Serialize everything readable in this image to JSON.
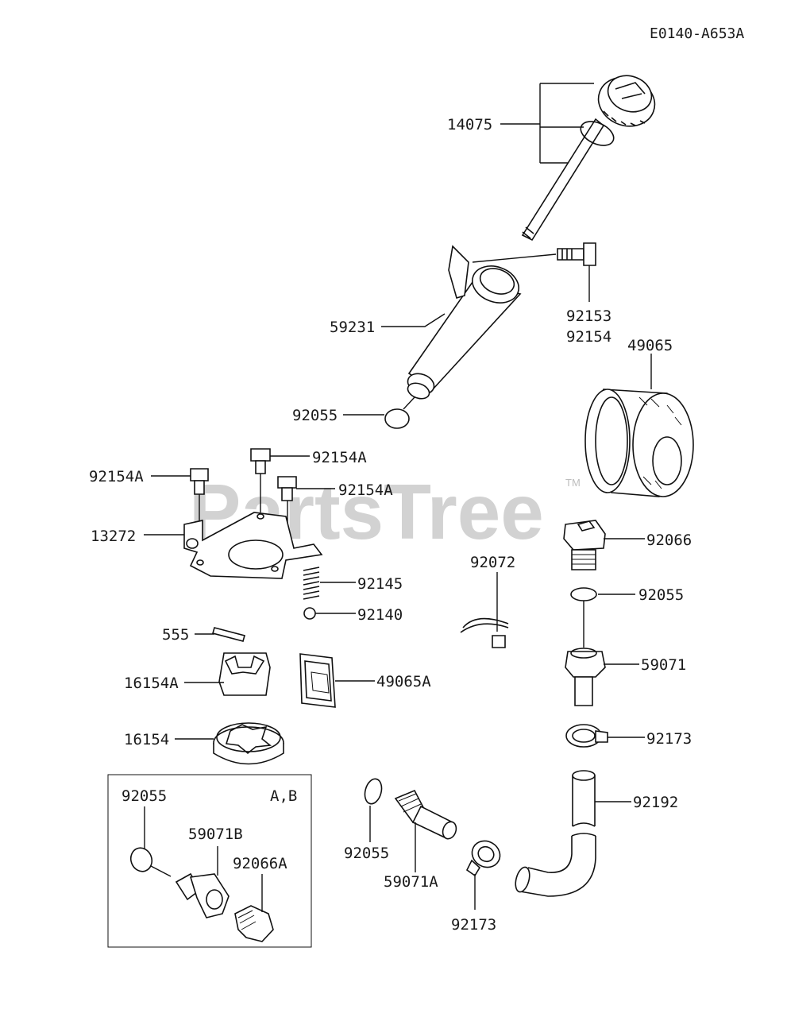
{
  "diagram_code": "E0140-A653A",
  "watermark": "PartsTree",
  "trademark": "TM",
  "inset_label": "A,B",
  "parts": {
    "p14075": "14075",
    "p92153": "92153",
    "p92154": "92154",
    "p59231": "59231",
    "p49065": "49065",
    "p92055_tube": "92055",
    "p92154A_1": "92154A",
    "p92154A_2": "92154A",
    "p92154A_3": "92154A",
    "p13272": "13272",
    "p92066": "92066",
    "p92072": "92072",
    "p92145": "92145",
    "p92055_drain": "92055",
    "p92140": "92140",
    "p555": "555",
    "p59071": "59071",
    "p16154A": "16154A",
    "p49065A": "49065A",
    "p92173_upper": "92173",
    "p16154": "16154",
    "p92055_inset": "92055",
    "p92055_lower": "92055",
    "p92192": "92192",
    "p59071B": "59071B",
    "p92066A": "92066A",
    "p59071A": "59071A",
    "p92173_lower": "92173"
  }
}
